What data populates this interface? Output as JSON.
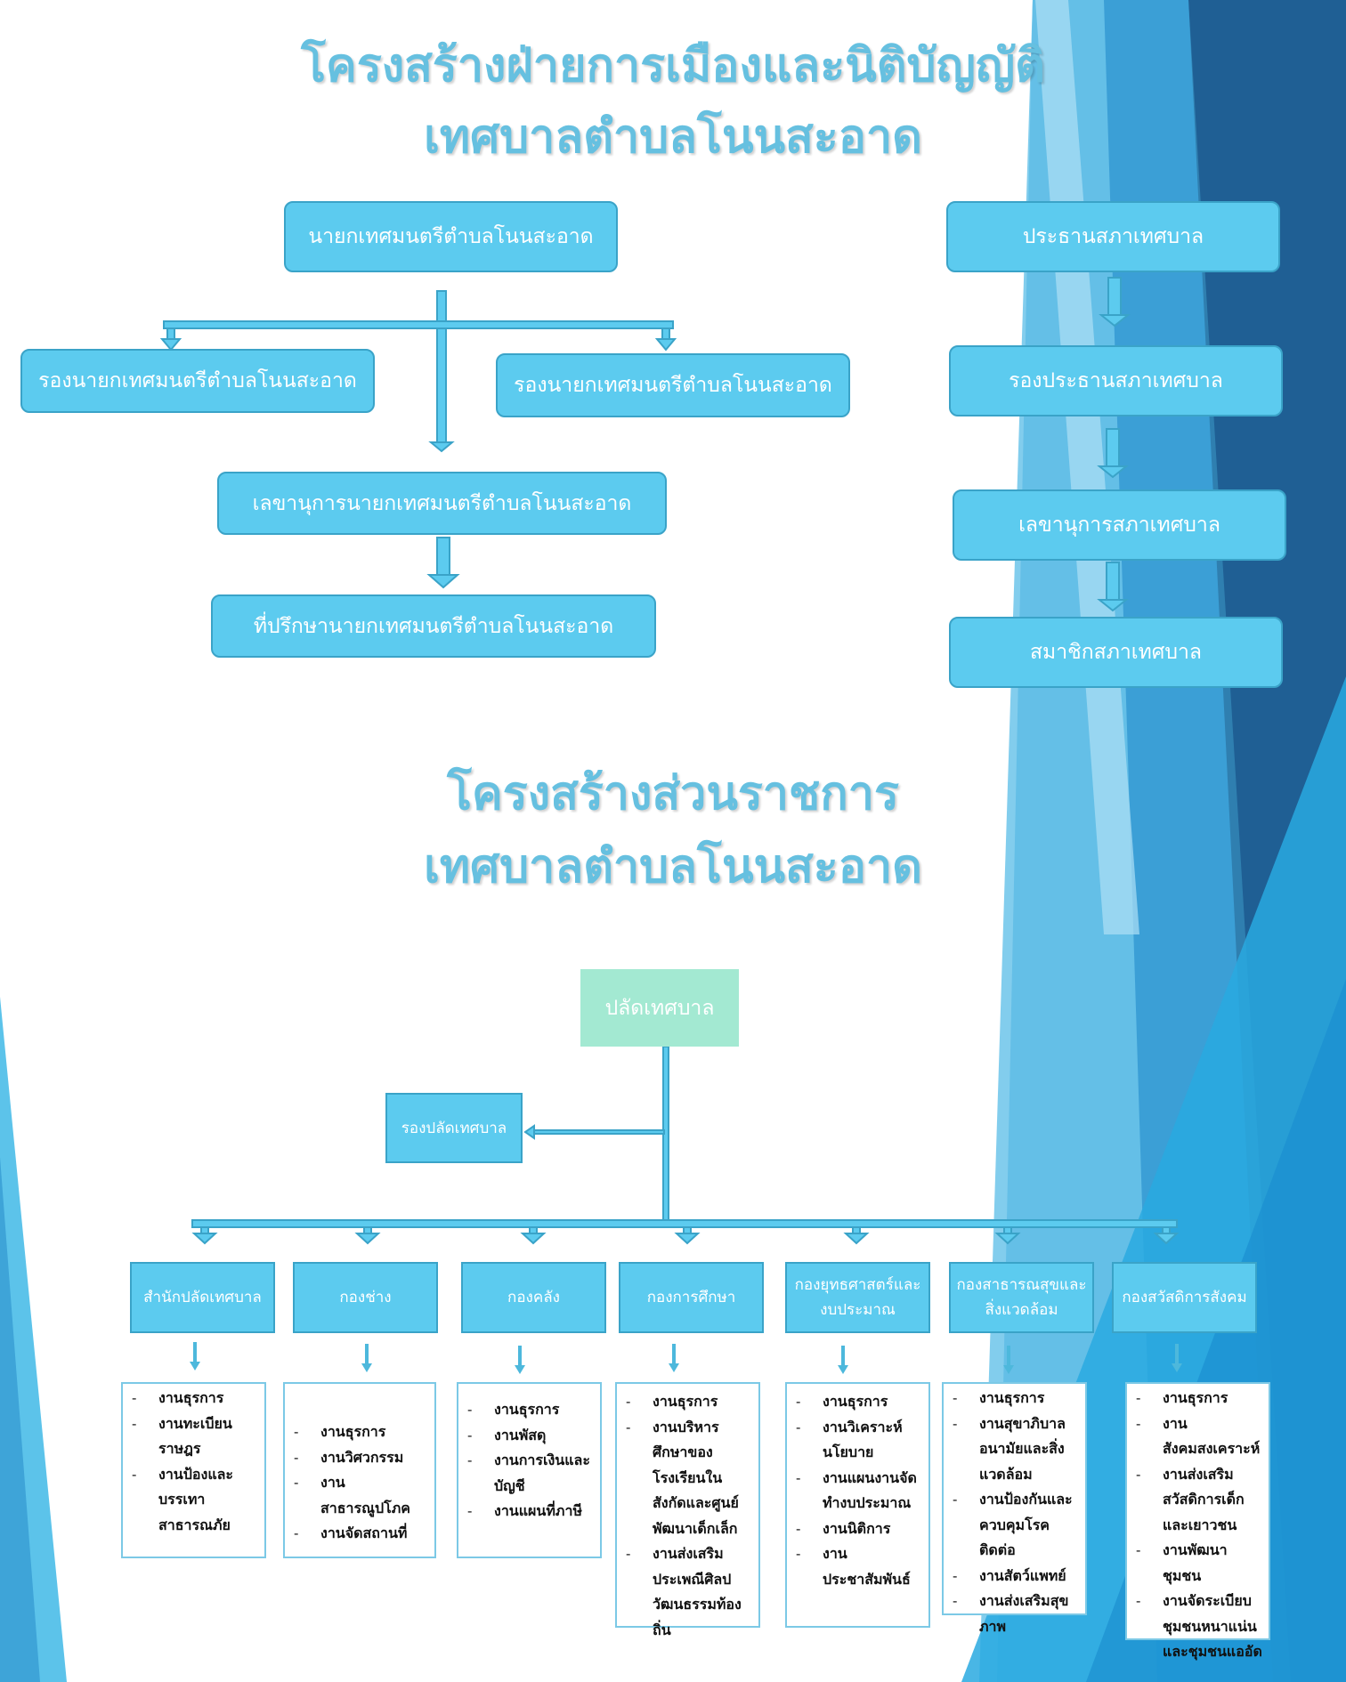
{
  "titles": {
    "political_line1": "โครงสร้างฝ่ายการเมืองและนิติบัญญัติ",
    "political_line2": "เทศบาลตำบลโนนสะอาด",
    "admin_line1": "โครงสร้างส่วนราชการ",
    "admin_line2": "เทศบาลตำบลโนนสะอาด"
  },
  "executive": {
    "mayor": "นายกเทศมนตรีตำบลโนนสะอาด",
    "deputy_left": "รองนายกเทศมนตรีตำบลโนนสะอาด",
    "deputy_right": "รองนายกเทศมนตรีตำบลโนนสะอาด",
    "secretary": "เลขานุการนายกเทศมนตรีตำบลโนนสะอาด",
    "advisor": "ที่ปรึกษานายกเทศมนตรีตำบลโนนสะอาด"
  },
  "council": {
    "chairman": "ประธานสภาเทศบาล",
    "vice_chairman": "รองประธานสภาเทศบาล",
    "secretary": "เลขานุการสภาเทศบาล",
    "members": "สมาชิกสภาเทศบาล"
  },
  "administration": {
    "chief": "ปลัดเทศบาล",
    "deputy_chief": "รองปลัดเทศบาล",
    "divisions": [
      {
        "name": "สำนักปลัดเทศบาล",
        "tasks": [
          "งานธุรการ",
          "งานทะเบียนราษฎร",
          "งานป้องและบรรเทาสาธารณภัย"
        ]
      },
      {
        "name": "กองช่าง",
        "tasks": [
          "งานธุรการ",
          "งานวิศวกรรม",
          "งานสาธารณูปโภค",
          "งานจัดสถานที่"
        ]
      },
      {
        "name": "กองคลัง",
        "tasks": [
          "งานธุรการ",
          "งานพัสดุ",
          "งานการเงินและบัญชี",
          "งานแผนที่ภาษี"
        ]
      },
      {
        "name": "กองการศึกษา",
        "tasks": [
          "งานธุรการ",
          "งานบริหารศึกษาของโรงเรียนในสังกัดและศูนย์พัฒนาเด็กเล็ก",
          "งานส่งเสริมประเพณีศิลปวัฒนธรรมท้องถิ่น"
        ]
      },
      {
        "name": "กองยุทธศาสตร์และงบประมาณ",
        "tasks": [
          "งานธุรการ",
          "งานวิเคราะห์นโยบาย",
          "งานแผนงานจัดทำงบประมาณ",
          "งานนิติการ",
          "งานประชาสัมพันธ์"
        ]
      },
      {
        "name": "กองสาธารณสุขและสิ่งแวดล้อม",
        "tasks": [
          "งานธุรการ",
          "งานสุขาภิบาลอนามัยและสิ่งแวดล้อม",
          "งานป้องกันและควบคุมโรคติดต่อ",
          "งานสัตว์แพทย์",
          "งานส่งเสริมสุขภาพ"
        ]
      },
      {
        "name": "กองสวัสดิการสังคม",
        "tasks": [
          "งานธุรการ",
          "งานสังคมสงเคราะห์",
          "งานส่งเสริมสวัสดิการเด็กและเยาวชน",
          "งานพัฒนาชุมชน",
          "งานจัดระเบียบชุมชนหนาแน่นและชุมชนแออัด"
        ]
      }
    ]
  },
  "colors": {
    "box_fill": "#5ccbef",
    "box_border": "#3aa3c8",
    "title": "#66c0e0",
    "chief_fill": "#a3e9d2",
    "line": "#4db8dc"
  }
}
